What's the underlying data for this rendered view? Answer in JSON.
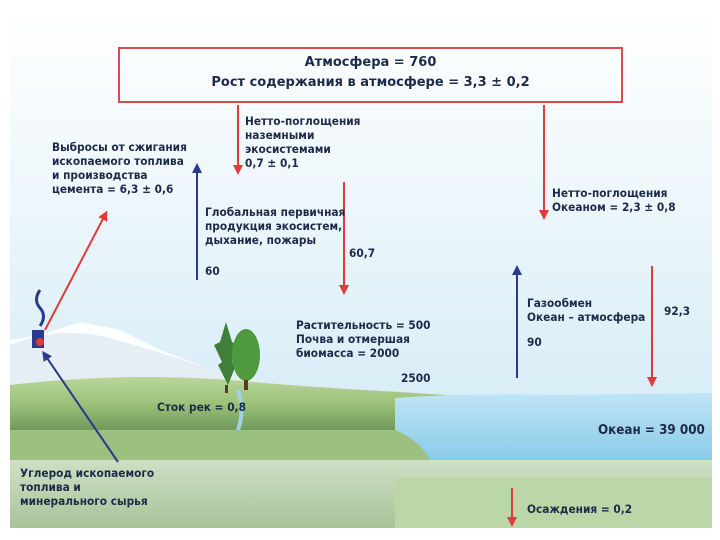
{
  "atmosphere": {
    "title": "Атмосфера = 760",
    "growth": "Рост содержания в атмосфере = 3,3 ± 0,2"
  },
  "labels": {
    "emissions": "Выбросы от сжигания\nископаемого топлива\nи производства\nцемента = 6,3 ± 0,6",
    "land_uptake": "Нетто-поглощения\nназемными\nэкосистемами\n0,7 ± 0,1",
    "ocean_uptake": "Нетто-поглощения\nОкеаном = 2,3 ± 0,8",
    "gpp": "Глобальная первичная\nпродукция экосистем,\nдыхание, пожары",
    "gpp_value": "60",
    "down_60_7": "60,7",
    "gas_exchange": "Газообмен\nОкеан – атмосфера",
    "gas_up_value": "90",
    "gas_down_value": "92,3",
    "vegetation": "Растительность = 500\nПочва и отмершая\nбиомасса = 2000",
    "biomass_extra": "2500",
    "river": "Сток рек = 0,8",
    "ocean": "Океан = 39 000",
    "fossil": "Углерод ископаемого\nтоплива и\nминерального сырья",
    "sediment": "Осаждения = 0,2"
  },
  "colors": {
    "arrow_red": "#e03a3a",
    "arrow_blue": "#2b3a8c",
    "sky": "#d7edf7",
    "ocean": "#a8d8ee",
    "land_green": "#9cc27a"
  }
}
